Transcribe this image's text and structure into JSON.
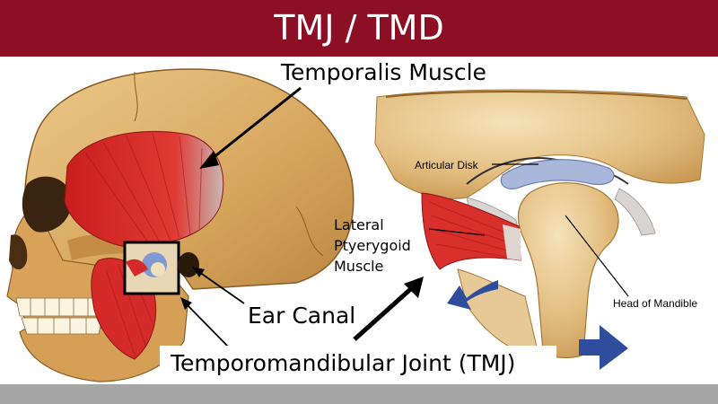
{
  "title": "TMJ / TMD",
  "labels": {
    "temporalis": "Temporalis Muscle",
    "ear_canal": "Ear Canal",
    "tmj": "Temporomandibular Joint (TMJ)",
    "lateral_line1": "Lateral",
    "lateral_line2": "Ptyerygoid",
    "lateral_line3": "Muscle",
    "articular_disk": "Articular Disk",
    "head_of_mandible": "Head of Mandible"
  },
  "colors": {
    "banner": "#8c0f26",
    "muscle": "#d42a2a",
    "bone": "#d8a962",
    "disk": "#9fb1d6",
    "arrow_blue": "#2f4d9c"
  }
}
